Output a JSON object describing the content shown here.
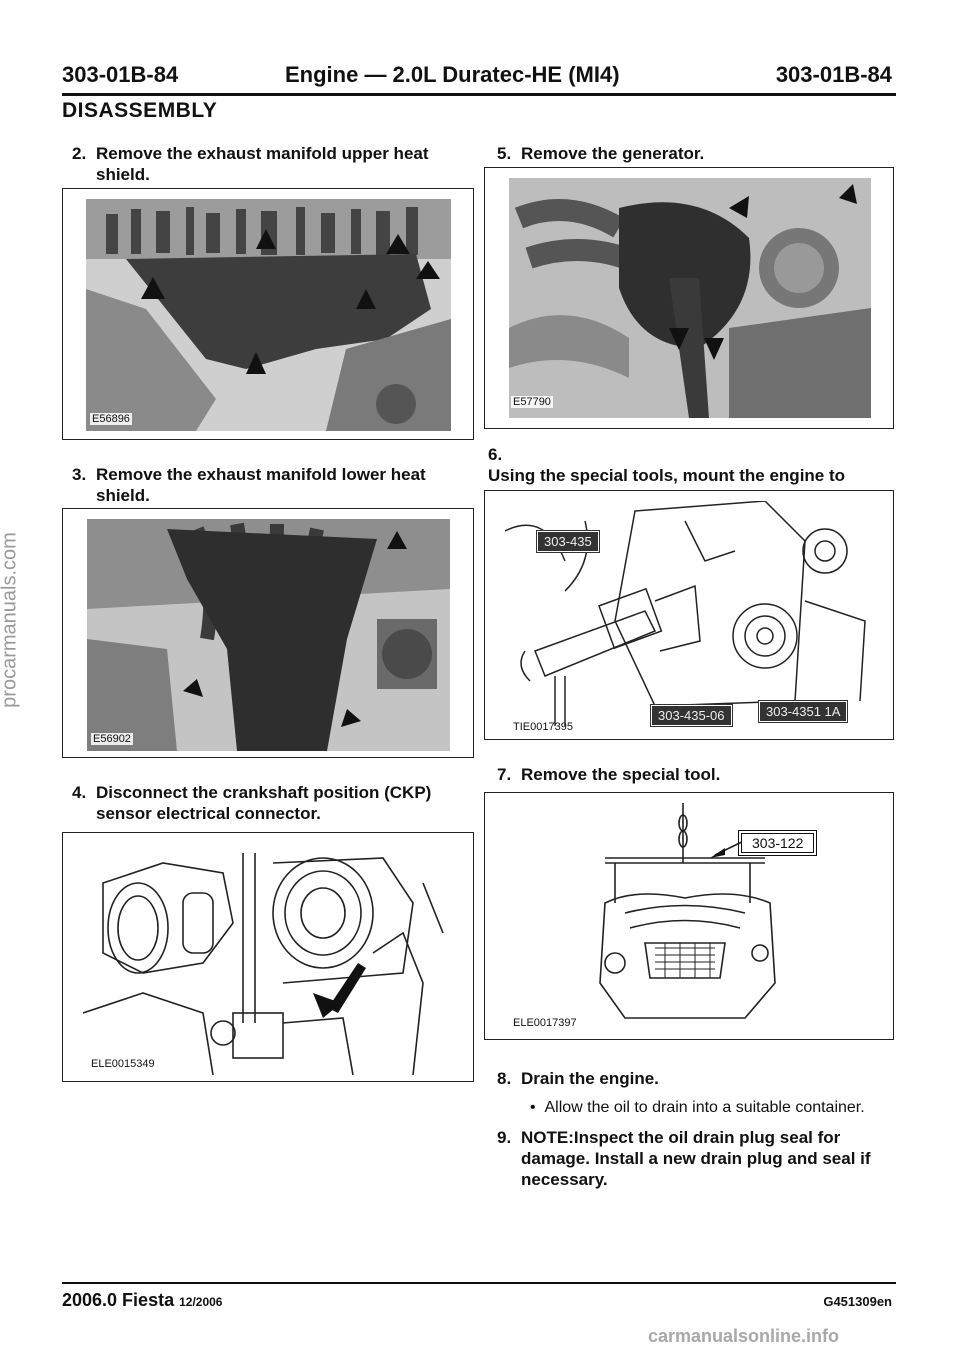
{
  "header": {
    "code_left": "303-01B-84",
    "title": "Engine — 2.0L Duratec-HE (MI4)",
    "code_right": "303-01B-84"
  },
  "section": "DISASSEMBLY",
  "steps": [
    {
      "num": "2.",
      "text": "Remove the exhaust manifold upper heat shield."
    },
    {
      "num": "3.",
      "text": "Remove the exhaust manifold lower heat shield."
    },
    {
      "num": "4.",
      "text": "Disconnect the crankshaft position (CKP) sensor electrical connector."
    },
    {
      "num": "5.",
      "text": "Remove the generator."
    },
    {
      "num": "6.",
      "text": "Using the special tools, mount the engine to the mounting stand."
    },
    {
      "num": "7.",
      "text": "Remove the special tool."
    },
    {
      "num": "8.",
      "text": "Drain the engine."
    },
    {
      "num": "9.",
      "text": "NOTE:Inspect the oil drain plug seal for damage. Install a new drain plug and seal if necessary."
    }
  ],
  "step8_bullet": "Allow the oil to drain into a suitable container.",
  "figures": {
    "fig1": {
      "id": "E56896"
    },
    "fig2": {
      "id": "E56902"
    },
    "fig3": {
      "id": "ELE0015349"
    },
    "fig4": {
      "id": "E57790"
    },
    "fig5": {
      "id": "TIE0017395",
      "tools": [
        "303-435",
        "303-435-06",
        "303-4351 1A"
      ]
    },
    "fig6": {
      "id": "ELE0017397",
      "tool": "303-122"
    }
  },
  "side_watermark": "procarmanuals.com",
  "footer": {
    "model": "2006.0 Fiesta",
    "date": "12/2006",
    "doc_id": "G451309en"
  },
  "bottom_watermark": "carmanualsonline.info",
  "colors": {
    "text": "#111111",
    "photo_dark": "#2a2a2a",
    "watermark": "#9a9a9a"
  }
}
